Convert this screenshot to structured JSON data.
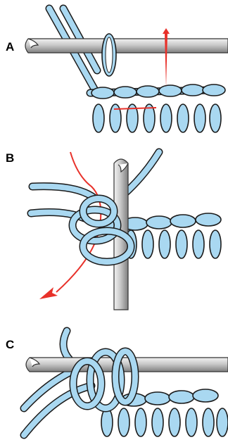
{
  "panels": [
    {
      "label": "A"
    },
    {
      "label": "B"
    },
    {
      "label": "C"
    }
  ],
  "colors": {
    "yarn": "#a9d8f1",
    "yarn_outline": "#1b1b1b",
    "hook_light": "#e4e4e4",
    "hook_dark": "#8e8e8e",
    "arrow": "#e8312a",
    "marker_line": "#e8312a"
  },
  "icons": [
    "crochet-hook",
    "yarn-strand",
    "red-direction-arrow"
  ]
}
